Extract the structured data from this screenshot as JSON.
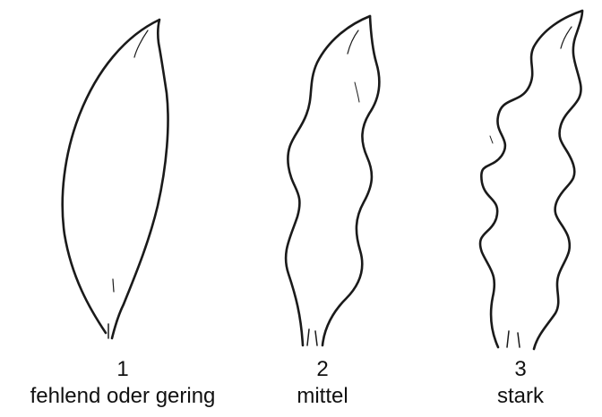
{
  "figures": [
    {
      "number": "1",
      "label": "fehlend oder gering"
    },
    {
      "number": "2",
      "label": "mittel"
    },
    {
      "number": "3",
      "label": "stark"
    }
  ],
  "colors": {
    "stroke": "#1a1a1a",
    "background": "#ffffff",
    "text": "#111111"
  }
}
